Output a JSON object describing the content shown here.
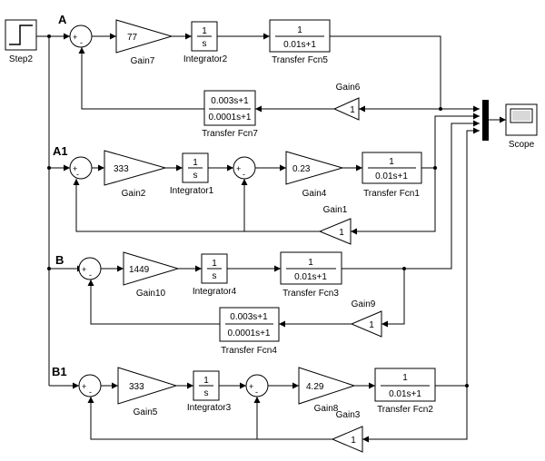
{
  "row_labels": {
    "a": "A",
    "a1": "A1",
    "b": "B",
    "b1": "B1"
  },
  "source": {
    "label": "Step2"
  },
  "sink": {
    "label": "Scope"
  },
  "gains": [
    {
      "id": "gain7",
      "label": "Gain7",
      "value": "77"
    },
    {
      "id": "gain6",
      "label": "Gain6",
      "value": "1"
    },
    {
      "id": "gain2",
      "label": "Gain2",
      "value": "333"
    },
    {
      "id": "gain4",
      "label": "Gain4",
      "value": "0.23"
    },
    {
      "id": "gain1",
      "label": "Gain1",
      "value": "1"
    },
    {
      "id": "gain10",
      "label": "Gain10",
      "value": "1449"
    },
    {
      "id": "gain9",
      "label": "Gain9",
      "value": "1"
    },
    {
      "id": "gain5",
      "label": "Gain5",
      "value": "333"
    },
    {
      "id": "gain8",
      "label": "Gain8",
      "value": "4.29"
    },
    {
      "id": "gain3",
      "label": "Gain3",
      "value": "1"
    }
  ],
  "integrators": [
    {
      "id": "integrator2",
      "label": "Integrator2",
      "num": "1",
      "den": "s"
    },
    {
      "id": "integrator1",
      "label": "Integrator1",
      "num": "1",
      "den": "s"
    },
    {
      "id": "integrator4",
      "label": "Integrator4",
      "num": "1",
      "den": "s"
    },
    {
      "id": "integrator3",
      "label": "Integrator3",
      "num": "1",
      "den": "s"
    }
  ],
  "transfer_fcns": [
    {
      "id": "fcn5",
      "label": "Transfer Fcn5",
      "num": "1",
      "den": "0.01s+1"
    },
    {
      "id": "fcn7",
      "label": "Transfer Fcn7",
      "num": "0.003s+1",
      "den": "0.0001s+1"
    },
    {
      "id": "fcn1",
      "label": "Transfer Fcn1",
      "num": "1",
      "den": "0.01s+1"
    },
    {
      "id": "fcn3",
      "label": "Transfer Fcn3",
      "num": "1",
      "den": "0.01s+1"
    },
    {
      "id": "fcn4",
      "label": "Transfer Fcn4",
      "num": "0.003s+1",
      "den": "0.0001s+1"
    },
    {
      "id": "fcn2",
      "label": "Transfer Fcn2",
      "num": "1",
      "den": "0.01s+1"
    }
  ],
  "sum_signs": {
    "plus": "+",
    "minus": "-"
  }
}
